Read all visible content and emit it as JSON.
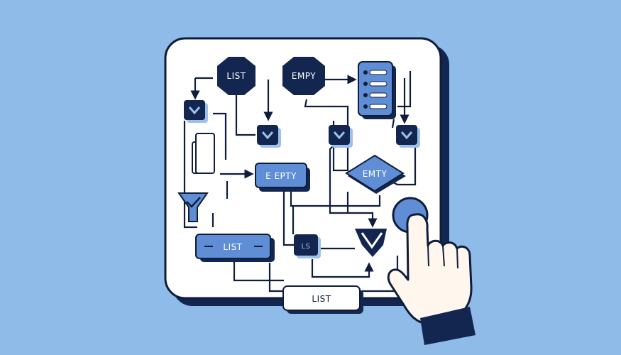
{
  "colors": {
    "background": "#8fbbe8",
    "panel": "#ffffff",
    "ink": "#0f1d3a",
    "navy_node": "#132650",
    "blue_node": "#5f8ed6",
    "light_blue": "#9dc0ec",
    "hand_skin": "#fff6ee",
    "cuff": "#132650"
  },
  "nodes": {
    "list_hexagon": "LIST",
    "empty_hexagon": "EMPY",
    "e_empty_box": "E EPTY",
    "empty_diamond": "EMTY",
    "list_bar": "LIST",
    "ls_node": "LS",
    "list_bottom": "LIST"
  },
  "icons": {
    "checklist": "checklist-icon",
    "chevron": "chevron-down-icon",
    "funnel": "funnel-check-icon",
    "merge": "merge-arrow-icon",
    "hand": "pointing-hand-icon"
  }
}
